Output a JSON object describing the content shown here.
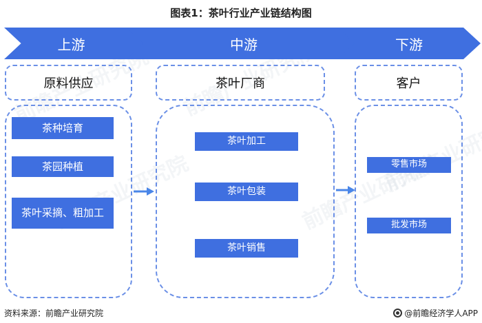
{
  "title": "图表1：茶叶行业产业链结构图",
  "stages": [
    {
      "label": "上游"
    },
    {
      "label": "中游"
    },
    {
      "label": "下游"
    }
  ],
  "headers": {
    "upstream": "原料供应",
    "midstream": "茶叶厂商",
    "downstream": "客户"
  },
  "upstream_items": [
    "茶种培育",
    "茶园种植",
    "茶叶采摘、粗加工"
  ],
  "midstream_items": [
    "茶叶加工",
    "茶叶包装",
    "茶叶销售"
  ],
  "downstream_items": [
    "零售市场",
    "批发市场"
  ],
  "footer": {
    "source": "资料来源：前瞻产业研究院",
    "brand": "@前瞻经济学人APP"
  },
  "watermark": "前瞻产业研究院",
  "colors": {
    "accent": "#3f6fe0",
    "dashed_border": "#6a8fe6",
    "arrow": "#4a86e8"
  }
}
